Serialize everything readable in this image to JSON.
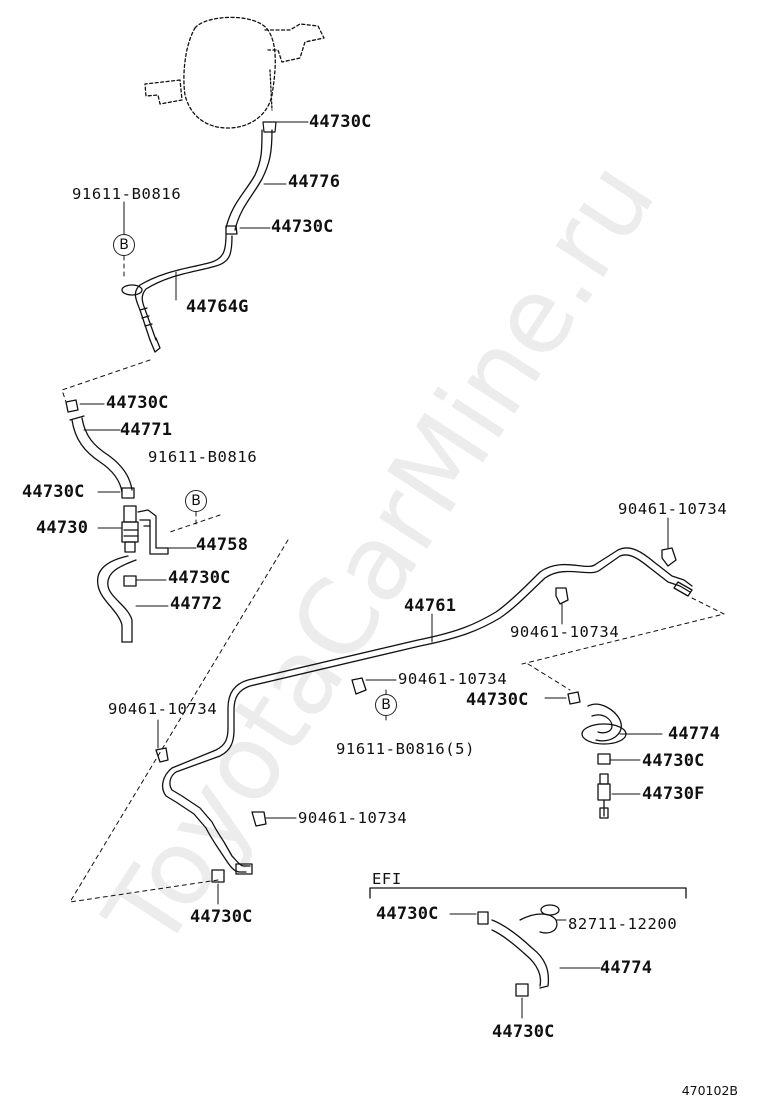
{
  "watermark": "ToyotaCarMine.ru",
  "diagram_code": "470102B",
  "labels": {
    "clip_top": "44730C",
    "hose_44776": "44776",
    "clip_2": "44730C",
    "bolt_top": "91611-B0816",
    "pipe_44764g": "44764G",
    "clip_3": "44730C",
    "hose_44771": "44771",
    "bolt_mid": "91611-B0816",
    "clip_4": "44730C",
    "valve_44730": "44730",
    "bracket_44758": "44758",
    "clip_5": "44730C",
    "hose_44772": "44772",
    "pipe_44761": "44761",
    "clamp_right_top": "90461-10734",
    "clamp_right_mid": "90461-10734",
    "clamp_center": "90461-10734",
    "bolt_center": "91611-B0816(5)",
    "clip_right": "44730C",
    "hose_44774": "44774",
    "clip_right_2": "44730C",
    "valve_44730f": "44730F",
    "clamp_left": "90461-10734",
    "clamp_lower": "90461-10734",
    "clip_bottom": "44730C",
    "efi": "EFI",
    "efi_clip": "44730C",
    "efi_tie": "82711-12200",
    "efi_hose": "44774",
    "efi_clip_2": "44730C"
  },
  "circle_marks": [
    "B",
    "B",
    "B"
  ]
}
